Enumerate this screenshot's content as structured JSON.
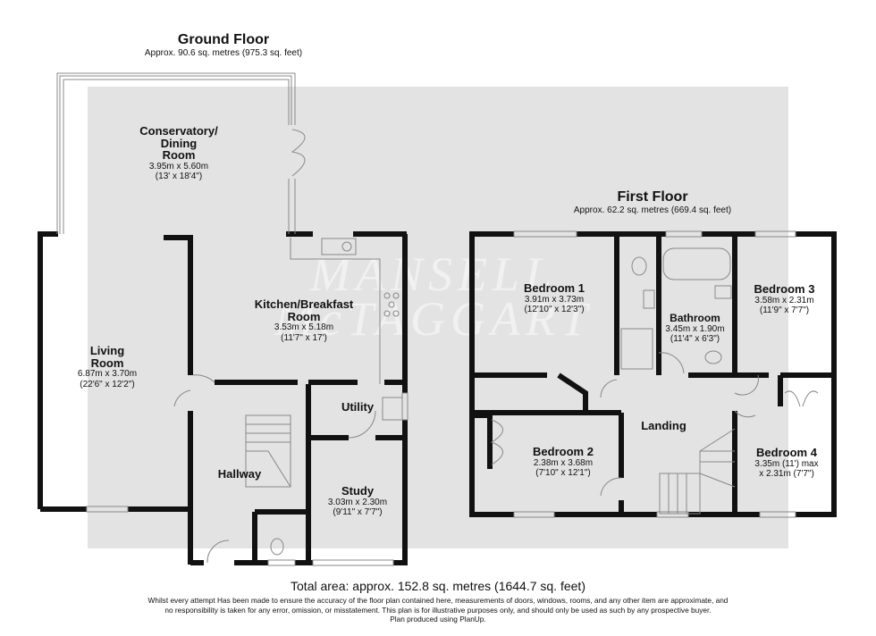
{
  "watermark": {
    "line1": "MANSELL",
    "line2": "McTAGGART"
  },
  "ground_floor": {
    "title": "Ground Floor",
    "area": "Approx. 90.6 sq. metres (975.3 sq. feet)",
    "rooms": [
      {
        "name": "Conservatory/ Dining Room",
        "name_lines": [
          "Conservatory/",
          "Dining",
          "Room"
        ],
        "metric": "3.95m x 5.60m",
        "imperial": "(13' x 18'4\")"
      },
      {
        "name": "Kitchen/Breakfast Room",
        "name_lines": [
          "Kitchen/Breakfast",
          "Room"
        ],
        "metric": "3.53m x 5.18m",
        "imperial": "(11'7\" x 17')"
      },
      {
        "name": "Living Room",
        "name_lines": [
          "Living",
          "Room"
        ],
        "metric": "6.87m x 3.70m",
        "imperial": "(22'6\" x 12'2\")"
      },
      {
        "name": "Utility"
      },
      {
        "name": "Hallway"
      },
      {
        "name": "Study",
        "metric": "3.03m x 2.30m",
        "imperial": "(9'11\" x 7'7\")"
      }
    ]
  },
  "first_floor": {
    "title": "First Floor",
    "area": "Approx. 62.2 sq. metres (669.4 sq. feet)",
    "rooms": [
      {
        "name": "Bedroom 1",
        "metric": "3.91m x 3.73m",
        "imperial": "(12'10\" x 12'3\")"
      },
      {
        "name": "Bathroom",
        "metric": "3.45m x 1.90m",
        "imperial": "(11'4\" x 6'3\")"
      },
      {
        "name": "Bedroom 3",
        "metric": "3.58m x 2.31m",
        "imperial": "(11'9\" x 7'7\")"
      },
      {
        "name": "Landing"
      },
      {
        "name": "Bedroom 2",
        "metric": "2.38m x 3.68m",
        "imperial": "(7'10\" x 12'1\")"
      },
      {
        "name": "Bedroom 4",
        "metric": "3.35m (11') max",
        "imperial": "x 2.31m (7'7\")"
      }
    ]
  },
  "total_area": "Total area: approx. 152.8 sq. metres (1644.7 sq. feet)",
  "disclaimer": {
    "text": "Whilst every attempt Has been made to ensure the accuracy of the floor plan contained here, measurements of doors, windows, rooms, and any other item are approximate, and no responsibility is taken for any error, omission, or misstatement. This plan is for illustrative purposes only, and should only be used as such by any prospective buyer.",
    "credit": "Plan produced using PlanUp."
  },
  "colors": {
    "wall": "#111111",
    "floor": "#e3e3e3",
    "fixture_line": "#888888",
    "watermark": "#f1f1f1"
  }
}
